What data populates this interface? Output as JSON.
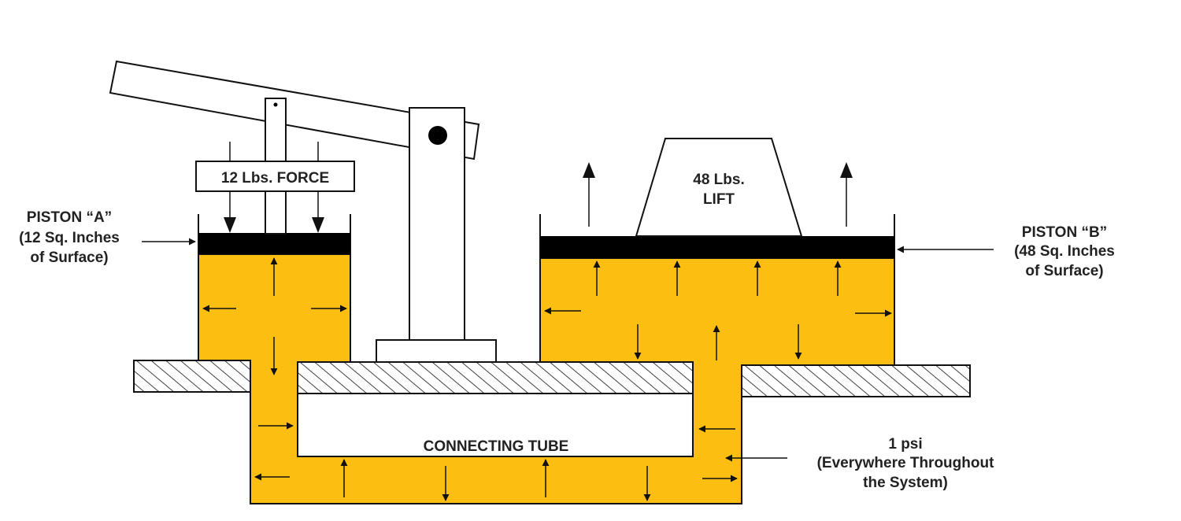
{
  "labels": {
    "force": "12 Lbs. FORCE",
    "lift_line1": "48 Lbs.",
    "lift_line2": "LIFT",
    "piston_a_line1": "PISTON “A”",
    "piston_a_line2": "(12 Sq. Inches",
    "piston_a_line3": "of Surface)",
    "piston_b_line1": "PISTON “B”",
    "piston_b_line2": "(48 Sq. Inches",
    "piston_b_line3": "of Surface)",
    "tube": "CONNECTING TUBE",
    "psi_line1": "1 psi",
    "psi_line2": "(Everywhere Throughout",
    "psi_line3": "the System)"
  },
  "colors": {
    "fluid": "#FDBE12",
    "stroke": "#111111",
    "piston": "#000000",
    "background": "#FFFFFF"
  }
}
